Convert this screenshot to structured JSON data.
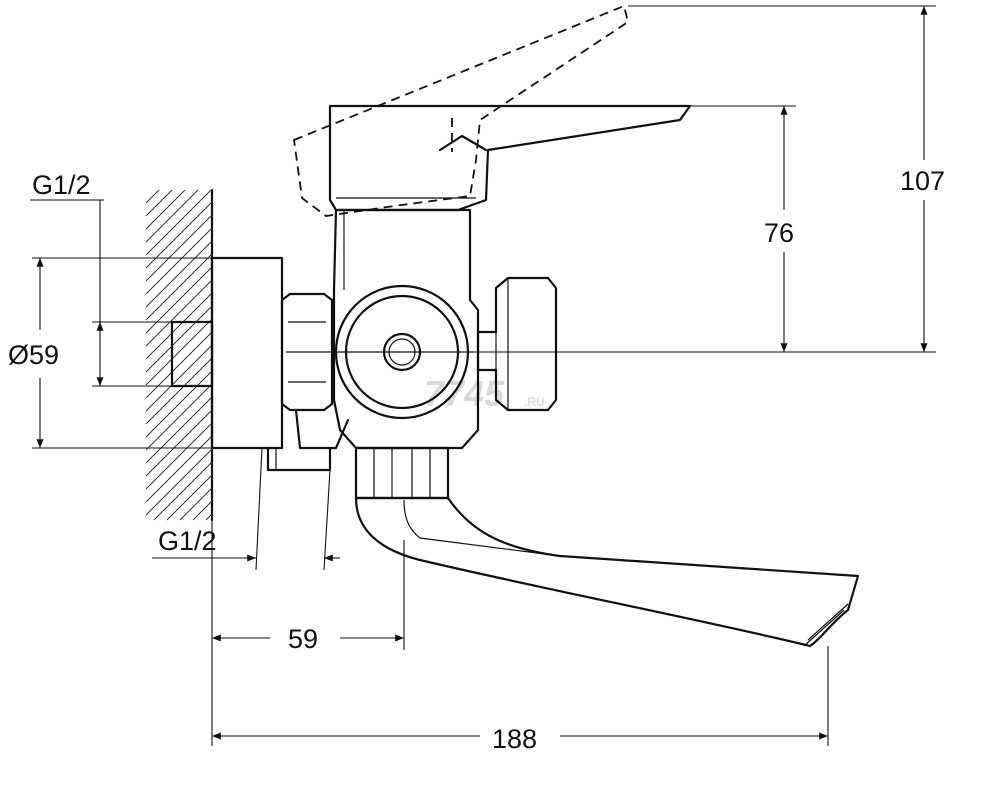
{
  "dimensions": {
    "height_total": "107",
    "height_to_lever": "76",
    "inlet_diameter": "Ø59",
    "thread_top": "G1/2",
    "thread_bottom": "G1/2",
    "wall_to_spout_axis": "59",
    "spout_reach": "188"
  },
  "watermark": {
    "text": "7745",
    "suffix": ".RU"
  }
}
